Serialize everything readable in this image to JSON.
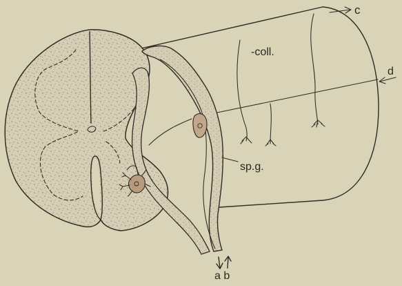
{
  "figure": {
    "labels": {
      "c": "c",
      "d": "d",
      "coll": "-coll.",
      "spg": "sp.g.",
      "ab": "a b"
    },
    "colors": {
      "paper": "#d9d3b8",
      "section": "#d6ceb4",
      "ink": "#2f2a24",
      "stipple": "#6d6558",
      "ganglion_cell": "#c2a78c"
    }
  }
}
